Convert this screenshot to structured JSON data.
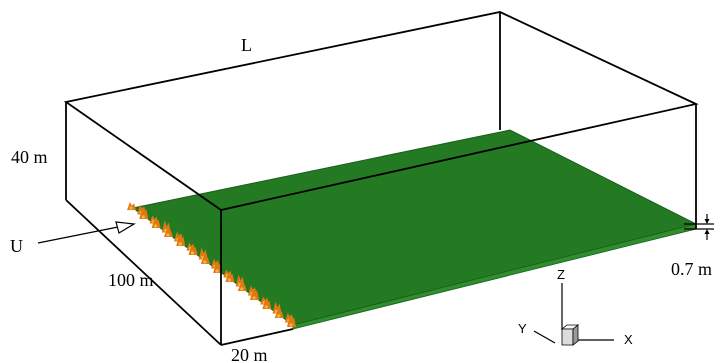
{
  "labels": {
    "length": "L",
    "height": "40 m",
    "inflow": "U",
    "width": "100 m",
    "fire_line": "20 m",
    "canopy_height": "0.7 m"
  },
  "axes": {
    "x": "X",
    "y": "Y",
    "z": "Z"
  },
  "colors": {
    "ground": "#237a23",
    "ground_edge": "#1b5e1b",
    "fire_outer": "#e07a10",
    "fire_inner": "#f4b24a",
    "cube_top": "#ffffff",
    "cube_front": "#dcdcdc",
    "cube_side": "#9a9a9a"
  }
}
